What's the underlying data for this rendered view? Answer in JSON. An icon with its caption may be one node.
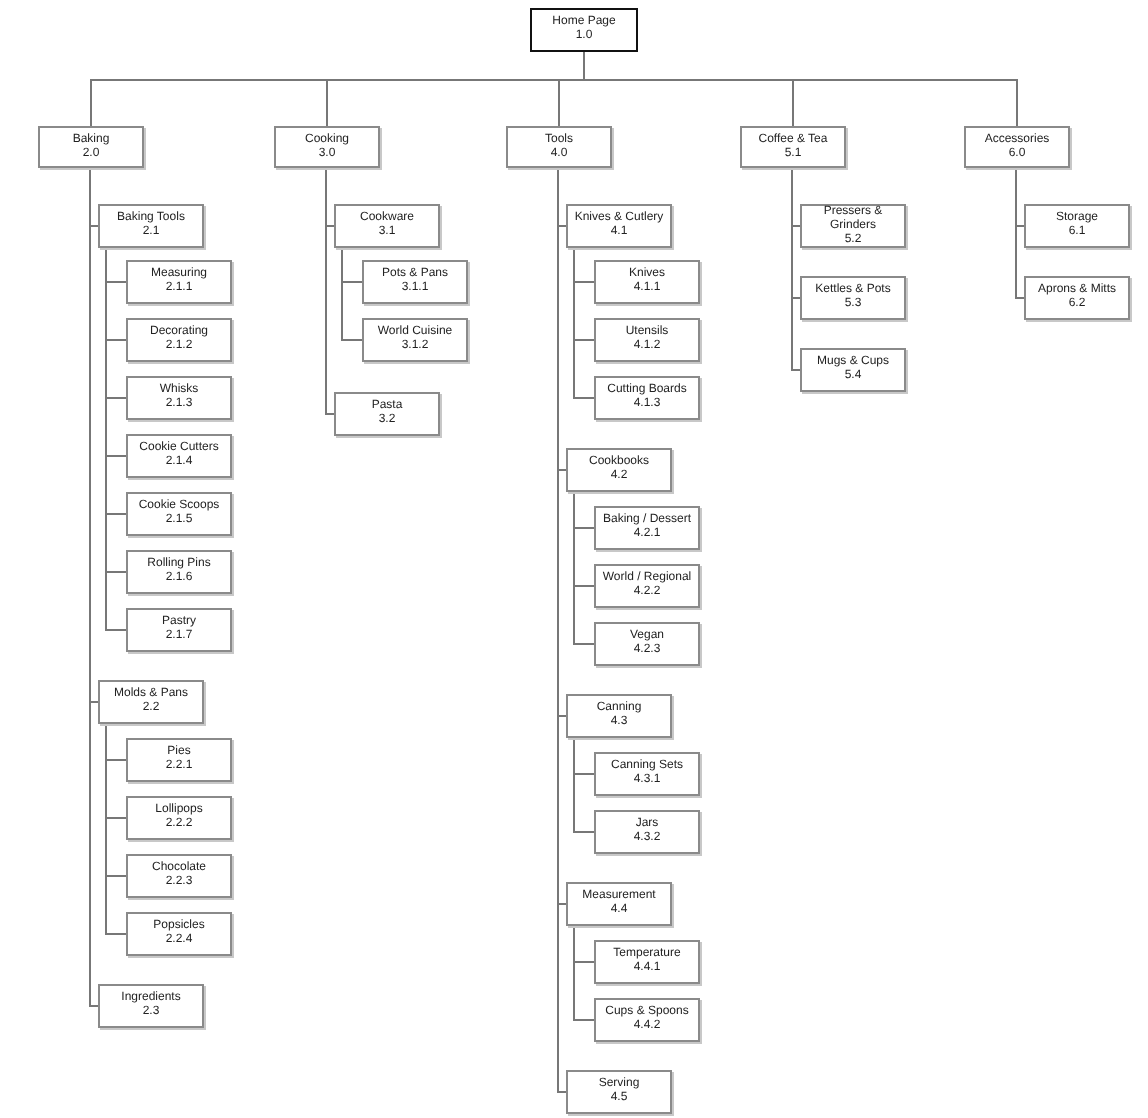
{
  "diagram": {
    "nodes": [
      {
        "text": [
          "Home Page",
          "1.0"
        ]
      },
      {
        "text": [
          "Baking",
          "2.0"
        ]
      },
      {
        "text": [
          "Baking Tools",
          "2.1"
        ]
      },
      {
        "text": [
          "Measuring",
          "2.1.1"
        ]
      },
      {
        "text": [
          "Decorating",
          "2.1.2"
        ]
      },
      {
        "text": [
          "Whisks",
          "2.1.3"
        ]
      },
      {
        "text": [
          "Cookie Cutters",
          "2.1.4"
        ]
      },
      {
        "text": [
          "Cookie Scoops",
          "2.1.5"
        ]
      },
      {
        "text": [
          "Rolling Pins",
          "2.1.6"
        ]
      },
      {
        "text": [
          "Pastry",
          "2.1.7"
        ]
      },
      {
        "text": [
          "Molds & Pans",
          "2.2"
        ]
      },
      {
        "text": [
          "Pies",
          "2.2.1"
        ]
      },
      {
        "text": [
          "Lollipops",
          "2.2.2"
        ]
      },
      {
        "text": [
          "Chocolate",
          "2.2.3"
        ]
      },
      {
        "text": [
          "Popsicles",
          "2.2.4"
        ]
      },
      {
        "text": [
          "Ingredients",
          "2.3"
        ]
      },
      {
        "text": [
          "Cooking",
          "3.0"
        ]
      },
      {
        "text": [
          "Cookware",
          "3.1"
        ]
      },
      {
        "text": [
          "Pots & Pans",
          "3.1.1"
        ]
      },
      {
        "text": [
          "World Cuisine",
          "3.1.2"
        ]
      },
      {
        "text": [
          "Pasta",
          "3.2"
        ]
      },
      {
        "text": [
          "Tools",
          "4.0"
        ]
      },
      {
        "text": [
          "Knives & Cutlery",
          "4.1"
        ]
      },
      {
        "text": [
          "Knives",
          "4.1.1"
        ]
      },
      {
        "text": [
          "Utensils",
          "4.1.2"
        ]
      },
      {
        "text": [
          "Cutting Boards",
          "4.1.3"
        ]
      },
      {
        "text": [
          "Cookbooks",
          "4.2"
        ]
      },
      {
        "text": [
          "Baking / Dessert",
          "4.2.1"
        ]
      },
      {
        "text": [
          "World / Regional",
          "4.2.2"
        ]
      },
      {
        "text": [
          "Vegan",
          "4.2.3"
        ]
      },
      {
        "text": [
          "Canning",
          "4.3"
        ]
      },
      {
        "text": [
          "Canning Sets",
          "4.3.1"
        ]
      },
      {
        "text": [
          "Jars",
          "4.3.2"
        ]
      },
      {
        "text": [
          "Measurement",
          "4.4"
        ]
      },
      {
        "text": [
          "Temperature",
          "4.4.1"
        ]
      },
      {
        "text": [
          "Cups & Spoons",
          "4.4.2"
        ]
      },
      {
        "text": [
          "Serving",
          "4.5"
        ]
      },
      {
        "text": [
          "Coffee & Tea",
          "5.1"
        ]
      },
      {
        "text": [
          "Pressers & Grinders",
          "5.2"
        ]
      },
      {
        "text": [
          "Kettles & Pots",
          "5.3"
        ]
      },
      {
        "text": [
          "Mugs & Cups",
          "5.4"
        ]
      },
      {
        "text": [
          "Accessories",
          "6.0"
        ]
      },
      {
        "text": [
          "Storage",
          "6.1"
        ]
      },
      {
        "text": [
          "Aprons & Mitts",
          "6.2"
        ]
      }
    ],
    "edges": [
      {
        "from": 0,
        "to": 1,
        "arrow": "none"
      },
      {
        "from": 0,
        "to": 16,
        "arrow": "none"
      },
      {
        "from": 0,
        "to": 21,
        "arrow": "none"
      },
      {
        "from": 0,
        "to": 37,
        "arrow": "none"
      },
      {
        "from": 0,
        "to": 41,
        "arrow": "none"
      },
      {
        "from": 1,
        "to": 2,
        "arrow": "none"
      },
      {
        "from": 2,
        "to": 3,
        "arrow": "none"
      },
      {
        "from": 2,
        "to": 4,
        "arrow": "none"
      },
      {
        "from": 2,
        "to": 5,
        "arrow": "none"
      },
      {
        "from": 2,
        "to": 6,
        "arrow": "none"
      },
      {
        "from": 2,
        "to": 7,
        "arrow": "none"
      },
      {
        "from": 2,
        "to": 8,
        "arrow": "none"
      },
      {
        "from": 2,
        "to": 9,
        "arrow": "none"
      },
      {
        "from": 1,
        "to": 10,
        "arrow": "none"
      },
      {
        "from": 10,
        "to": 11,
        "arrow": "none"
      },
      {
        "from": 10,
        "to": 12,
        "arrow": "none"
      },
      {
        "from": 10,
        "to": 13,
        "arrow": "none"
      },
      {
        "from": 10,
        "to": 14,
        "arrow": "none"
      },
      {
        "from": 1,
        "to": 15,
        "arrow": "none"
      },
      {
        "from": 16,
        "to": 17,
        "arrow": "none"
      },
      {
        "from": 17,
        "to": 18,
        "arrow": "none"
      },
      {
        "from": 17,
        "to": 19,
        "arrow": "none"
      },
      {
        "from": 16,
        "to": 20,
        "arrow": "none"
      },
      {
        "from": 21,
        "to": 22,
        "arrow": "none"
      },
      {
        "from": 22,
        "to": 23,
        "arrow": "none"
      },
      {
        "from": 22,
        "to": 24,
        "arrow": "none"
      },
      {
        "from": 22,
        "to": 25,
        "arrow": "none"
      },
      {
        "from": 21,
        "to": 26,
        "arrow": "none"
      },
      {
        "from": 26,
        "to": 27,
        "arrow": "none"
      },
      {
        "from": 26,
        "to": 28,
        "arrow": "none"
      },
      {
        "from": 26,
        "to": 29,
        "arrow": "none"
      },
      {
        "from": 21,
        "to": 30,
        "arrow": "none"
      },
      {
        "from": 30,
        "to": 31,
        "arrow": "none"
      },
      {
        "from": 30,
        "to": 32,
        "arrow": "none"
      },
      {
        "from": 21,
        "to": 33,
        "arrow": "none"
      },
      {
        "from": 33,
        "to": 34,
        "arrow": "none"
      },
      {
        "from": 33,
        "to": 35,
        "arrow": "none"
      },
      {
        "from": 21,
        "to": 36,
        "arrow": "none"
      },
      {
        "from": 37,
        "to": 38,
        "arrow": "none"
      },
      {
        "from": 37,
        "to": 39,
        "arrow": "none"
      },
      {
        "from": 37,
        "to": 40,
        "arrow": "none"
      },
      {
        "from": 41,
        "to": 42,
        "arrow": "none"
      },
      {
        "from": 41,
        "to": 43,
        "arrow": "none"
      }
    ]
  }
}
